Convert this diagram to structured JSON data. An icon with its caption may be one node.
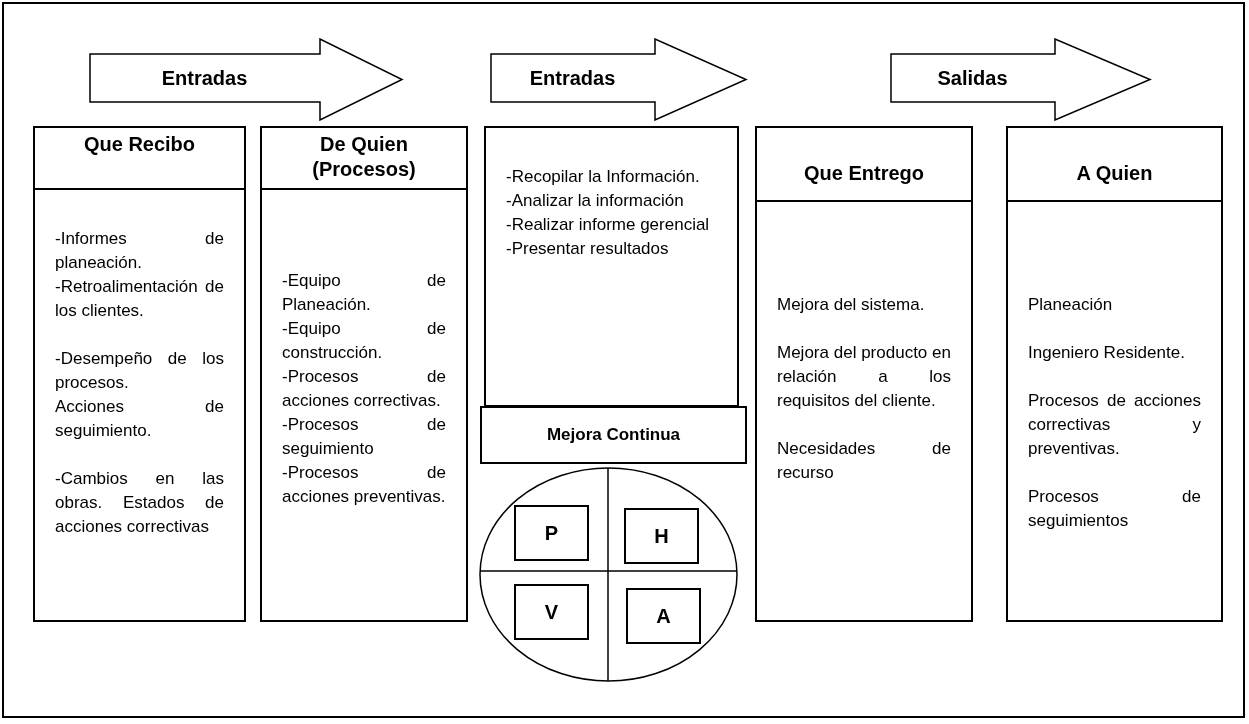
{
  "diagram": {
    "nodes": [
      {
        "text": [
          "Entradas"
        ]
      },
      {
        "text": [
          "Entradas"
        ]
      },
      {
        "text": [
          "Salidas"
        ]
      },
      {
        "text": [
          "Que Recibo",
          "-Informes de planeación.",
          "-Retroalimentación de los clientes.",
          "-Desempeño de los procesos.",
          "Acciones de seguimiento.",
          "-Cambios en las obras. Estados de acciones correctivas"
        ]
      },
      {
        "text": [
          "De Quien (Procesos)",
          "-Equipo de Planeación.",
          "-Equipo de construcción.",
          "-Procesos de acciones correctivas.",
          "-Procesos de seguimiento",
          "-Procesos de acciones preventivas."
        ]
      },
      {
        "text": [
          "-Recopilar la Información.",
          "-Analizar la información",
          "-Realizar informe gerencial",
          "-Presentar resultados"
        ]
      },
      {
        "text": [
          "Mejora Continua"
        ]
      },
      {
        "text": [],
        "shape": "circle"
      },
      {
        "text": [
          "P"
        ],
        "in": 7
      },
      {
        "text": [
          "H"
        ],
        "in": 7
      },
      {
        "text": [
          "V"
        ],
        "in": 7
      },
      {
        "text": [
          "A"
        ],
        "in": 7
      },
      {
        "text": [
          "Que Entrego",
          "Mejora del sistema.",
          "Mejora del producto en relación a los requisitos del cliente.",
          "Necesidades de recurso"
        ]
      },
      {
        "text": [
          "A Quien",
          "Planeación",
          "Ingeniero Residente.",
          "Procesos de acciones correctivas y preventivas.",
          "Procesos de seguimientos"
        ]
      }
    ],
    "edges": []
  }
}
